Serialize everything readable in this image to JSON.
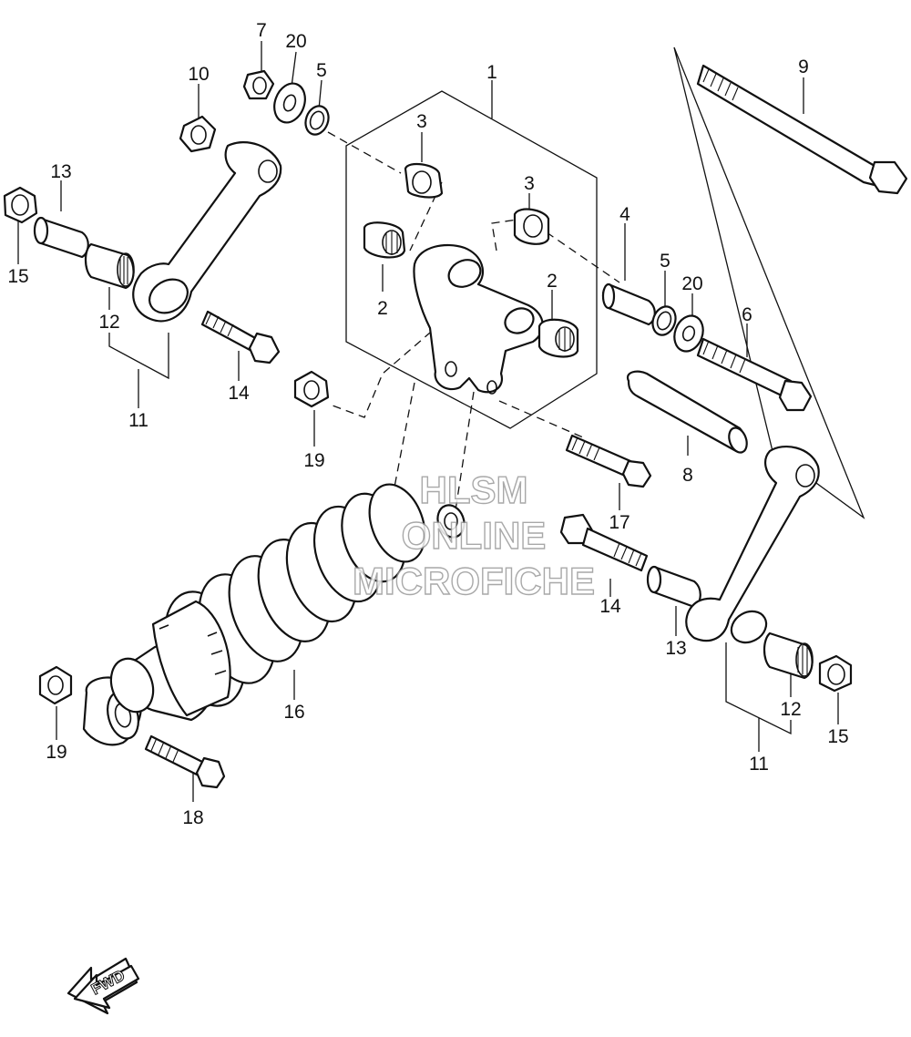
{
  "callouts": {
    "c1": "1",
    "c2a": "2",
    "c2b": "2",
    "c3a": "3",
    "c3b": "3",
    "c4": "4",
    "c5a": "5",
    "c5b": "5",
    "c6": "6",
    "c7": "7",
    "c8": "8",
    "c9": "9",
    "c10": "10",
    "c11a": "11",
    "c11b": "11",
    "c12a": "12",
    "c12b": "12",
    "c13a": "13",
    "c13b": "13",
    "c14a": "14",
    "c14b": "14",
    "c15a": "15",
    "c15b": "15",
    "c16": "16",
    "c17": "17",
    "c18": "18",
    "c19a": "19",
    "c19b": "19",
    "c20a": "20",
    "c20b": "20"
  },
  "watermark": {
    "line1": "HLSM",
    "line2": "ONLINE",
    "line3": "MICROFICHE"
  },
  "fwd_label": "FWD"
}
